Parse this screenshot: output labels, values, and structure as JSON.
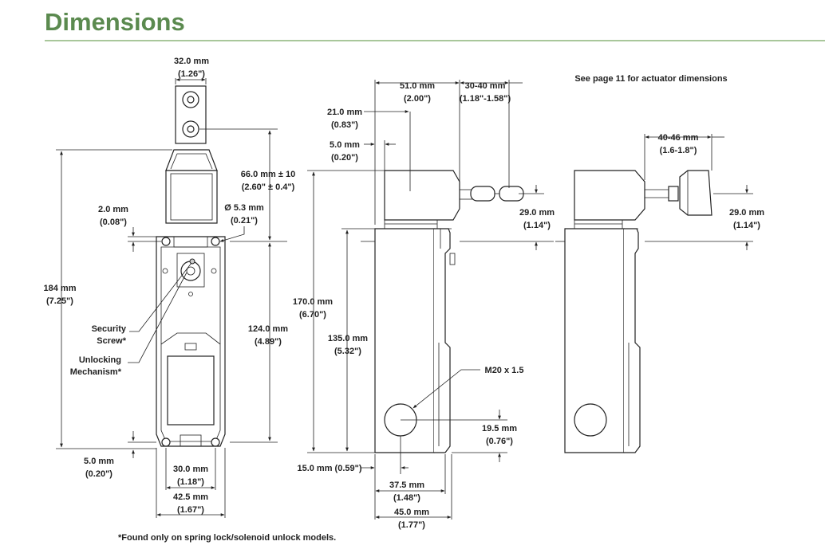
{
  "title": "Dimensions",
  "note_actuator": "See page 11 for actuator dimensions",
  "footnote": "*Found only on spring lock/solenoid unlock models.",
  "front": {
    "d_top_w": [
      "32.0 mm",
      "(1.26\")"
    ],
    "d_actuator_travel": [
      "66.0 mm ± 10",
      "(2.60\" ± 0.4\")"
    ],
    "d_hole": [
      "Ø 5.3 mm",
      "(0.21\")"
    ],
    "d_2mm": [
      "2.0 mm",
      "(0.08\")"
    ],
    "d_184": [
      "184 mm",
      "(7.25\")"
    ],
    "d_124": [
      "124.0 mm",
      "(4.89\")"
    ],
    "d_5mm": [
      "5.0 mm",
      "(0.20\")"
    ],
    "d_30": [
      "30.0 mm",
      "(1.18\")"
    ],
    "d_42": [
      "42.5 mm",
      "(1.67\")"
    ],
    "lbl_security": [
      "Security",
      "Screw*"
    ],
    "lbl_unlock": [
      "Unlocking",
      "Mechanism*"
    ]
  },
  "side": {
    "d_21": [
      "21.0 mm",
      "(0.83\")"
    ],
    "d_5": [
      "5.0 mm",
      "(0.20\")"
    ],
    "d_51": [
      "51.0 mm",
      "(2.00\")"
    ],
    "d_3040": [
      "30-40 mm",
      "(1.18\"-1.58\")"
    ],
    "d_29": [
      "29.0 mm",
      "(1.14\")"
    ],
    "d_170": [
      "170.0 mm",
      "(6.70\")"
    ],
    "d_135": [
      "135.0 mm",
      "(5.32\")"
    ],
    "d_m20": "M20 x 1.5",
    "d_195": [
      "19.5 mm",
      "(0.76\")"
    ],
    "d_15": "15.0 mm (0.59\")",
    "d_375": [
      "37.5 mm",
      "(1.48\")"
    ],
    "d_45": [
      "45.0 mm",
      "(1.77\")"
    ]
  },
  "right": {
    "d_4046": [
      "40-46 mm",
      "(1.6-1.8\")"
    ],
    "d_29": [
      "29.0 mm",
      "(1.14\")"
    ]
  }
}
